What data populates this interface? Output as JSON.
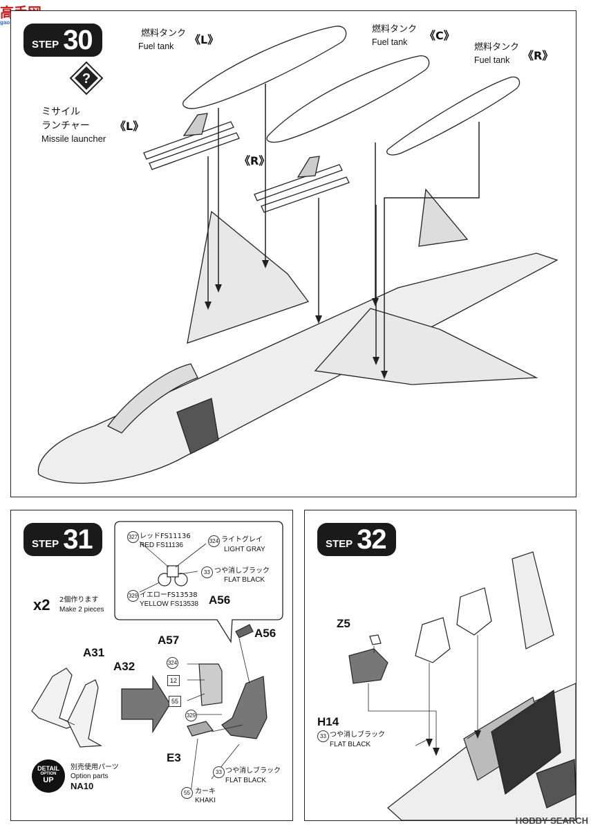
{
  "watermark_top": {
    "text_cn": "高手网",
    "text_url": "gao-shou.com"
  },
  "watermark_bottom": {
    "brand": "HOBBY SEARCH"
  },
  "step30": {
    "label_word": "STEP",
    "number": "30",
    "fuel_l": {
      "jp": "燃料タンク",
      "en": "Fuel tank",
      "tag": "《L》"
    },
    "fuel_c": {
      "jp": "燃料タンク",
      "en": "Fuel tank",
      "tag": "《C》"
    },
    "fuel_r": {
      "jp": "燃料タンク",
      "en": "Fuel tank",
      "tag": "《R》"
    },
    "missile_l": {
      "jp1": "ミサイル",
      "jp2": "ランチャー",
      "en": "Missile launcher",
      "tag": "《L》"
    },
    "missile_r": {
      "tag": "《R》"
    }
  },
  "step31": {
    "label_word": "STEP",
    "number": "31",
    "qty": {
      "mult": "x2",
      "jp": "2個作ります",
      "en": "Make 2 pieces"
    },
    "callout": {
      "c327": "327",
      "red_jp": "レッドFS11136",
      "red_en": "RED FS11136",
      "c324": "324",
      "gray_jp": "ライトグレイ",
      "gray_en": "LIGHT GRAY",
      "c33": "33",
      "black_jp": "つや消しブラック",
      "black_en": "FLAT BLACK",
      "c329": "329",
      "yellow_jp": "イエローFS13538",
      "yellow_en": "YELLOW FS13538",
      "part": "A56"
    },
    "parts": {
      "a31": "A31",
      "a32": "A32",
      "a57": "A57",
      "a56": "A56",
      "e3": "E3"
    },
    "codes": {
      "c324": "324",
      "c12": "12",
      "c55": "55",
      "c329": "329"
    },
    "flat_black": {
      "code": "33",
      "jp": "つや消しブラック",
      "en": "FLAT BLACK"
    },
    "khaki": {
      "code": "55",
      "jp": "カーキ",
      "en": "KHAKI"
    },
    "detail": {
      "l1": "DETAIL",
      "l2": "OPTION",
      "l3": "UP",
      "jp": "別売使用パーツ",
      "en": "Option parts",
      "part": "NA10"
    }
  },
  "step32": {
    "label_word": "STEP",
    "number": "32",
    "parts": {
      "z5": "Z5",
      "h14": "H14"
    },
    "flat_black": {
      "code": "33",
      "jp": "つや消しブラック",
      "en": "FLAT BLACK"
    }
  }
}
